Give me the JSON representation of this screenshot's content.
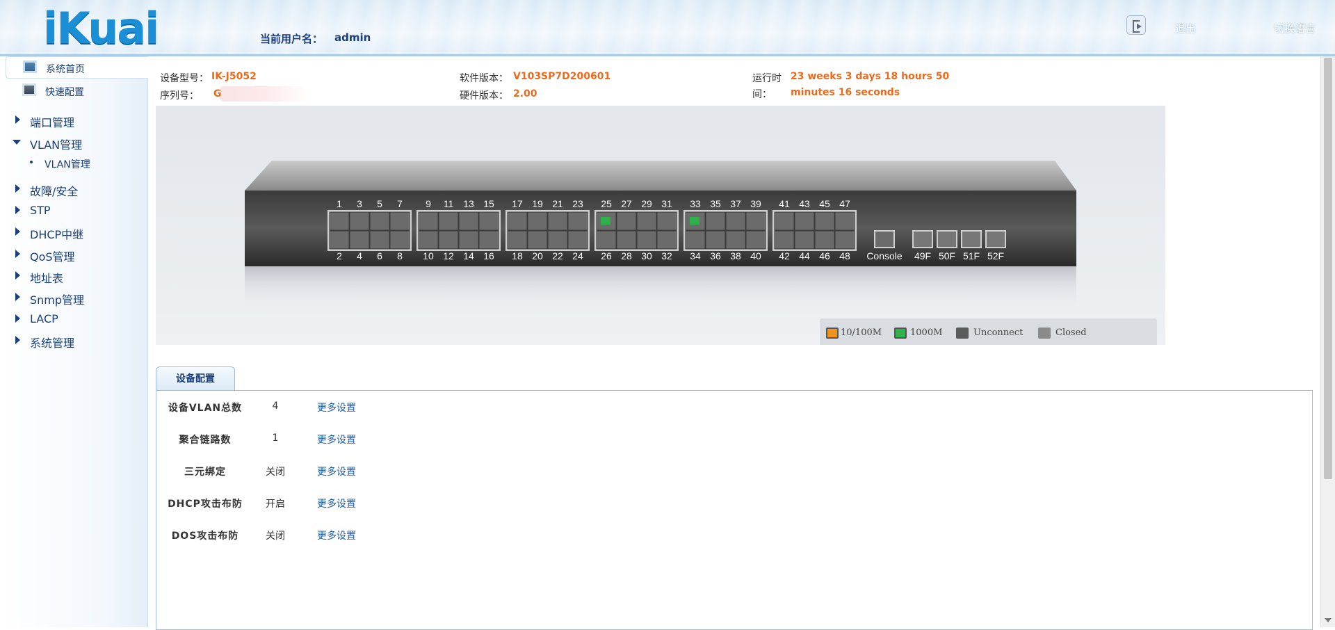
{
  "header": {
    "logo": "iKuai",
    "user_label": "当前用户名：",
    "username": "admin",
    "logout_label": "退出",
    "language_label": "切换语言"
  },
  "sidebar": {
    "top_items": [
      {
        "label": "系统首页",
        "icon": "home-icon",
        "active": true
      },
      {
        "label": "快速配置",
        "icon": "quick-config-icon",
        "active": false
      }
    ],
    "menu": [
      {
        "label": "端口管理",
        "expanded": false,
        "children": []
      },
      {
        "label": "VLAN管理",
        "expanded": true,
        "children": [
          "VLAN管理"
        ]
      },
      {
        "label": "故障/安全",
        "expanded": false,
        "children": []
      },
      {
        "label": "STP",
        "expanded": false,
        "children": []
      },
      {
        "label": "DHCP中继",
        "expanded": false,
        "children": []
      },
      {
        "label": "QoS管理",
        "expanded": false,
        "children": []
      },
      {
        "label": "地址表",
        "expanded": false,
        "children": []
      },
      {
        "label": "Snmp管理",
        "expanded": false,
        "children": []
      },
      {
        "label": "LACP",
        "expanded": false,
        "children": []
      },
      {
        "label": "系统管理",
        "expanded": false,
        "children": []
      }
    ]
  },
  "device_info": {
    "model_label": "设备型号：",
    "model_value": "IK-J5052",
    "serial_label": "序列号：",
    "serial_value": "G",
    "software_label": "软件版本：",
    "software_value": "V103SP7D200601",
    "hardware_label": "硬件版本：",
    "hardware_value": "2.00",
    "uptime_label_1": "运行时",
    "uptime_label_2": "间：",
    "uptime_value_1": "23 weeks 3 days 18 hours 50",
    "uptime_value_2": "minutes 16 seconds"
  },
  "switch_panel": {
    "top_labels": [
      "1",
      "3",
      "5",
      "7",
      "9",
      "11",
      "13",
      "15",
      "17",
      "19",
      "21",
      "23",
      "25",
      "27",
      "29",
      "31",
      "33",
      "35",
      "37",
      "39",
      "41",
      "43",
      "45",
      "47"
    ],
    "bottom_labels": [
      "2",
      "4",
      "6",
      "8",
      "10",
      "12",
      "14",
      "16",
      "18",
      "20",
      "22",
      "24",
      "26",
      "28",
      "30",
      "32",
      "34",
      "36",
      "38",
      "40",
      "42",
      "44",
      "46",
      "48"
    ],
    "active_1000m_ports": [
      "25",
      "33"
    ],
    "console_label": "Console",
    "sfp_labels": [
      "49F",
      "50F",
      "51F",
      "52F"
    ],
    "colors": {
      "speed_10_100": "#f0921c",
      "speed_1000": "#2fb24a",
      "unconnect": "#5a5a5a",
      "closed": "#8a8a8a"
    }
  },
  "legend": {
    "speed_10_100": "10/100M",
    "speed_1000": "1000M",
    "unconnect": "Unconnect",
    "closed": "Closed"
  },
  "tabs": {
    "device_config_label": "设备配置"
  },
  "config_rows": [
    {
      "name": "设备VLAN总数",
      "value": "4",
      "link": "更多设置"
    },
    {
      "name": "聚合链路数",
      "value": "1",
      "link": "更多设置"
    },
    {
      "name": "三元绑定",
      "value": "关闭",
      "link": "更多设置"
    },
    {
      "name": "DHCP攻击布防",
      "value": "开启",
      "link": "更多设置"
    },
    {
      "name": "DOS攻击布防",
      "value": "关闭",
      "link": "更多设置"
    }
  ]
}
